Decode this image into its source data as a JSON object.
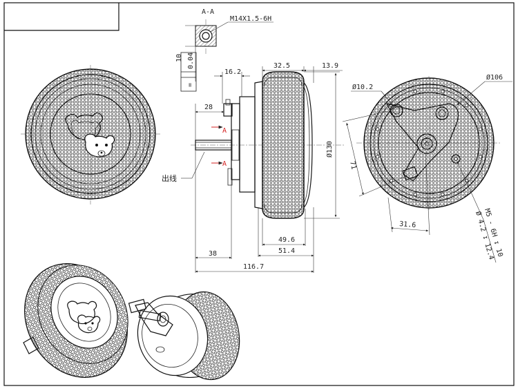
{
  "section": {
    "title": "A-A",
    "thread": "M14X1.5-6H",
    "dim_10": "10",
    "tol_value": "0.04",
    "tol_symbol": "=",
    "cut_label_a": "A"
  },
  "side_view": {
    "dim_16_2": "16.2",
    "dim_28": "28",
    "dim_38": "38",
    "dim_32_5": "32.5",
    "dim_13_9": "13.9",
    "dim_130": "Ø130",
    "dim_49_6": "49.6",
    "dim_51_4": "51.4",
    "dim_116_7": "116.7",
    "wire_label": "出线"
  },
  "back_view": {
    "dim_10_2": "Ø10.2",
    "dim_106": "Ø106",
    "dim_71": "71",
    "dim_31_6": "31.6",
    "hole_spec_1": "M5 - 6H ↧ 10",
    "hole_spec_2": "Ø 4.2 ↧ 12.4"
  },
  "colors": {
    "line": "#111111",
    "cut_mark": "#d42020"
  }
}
